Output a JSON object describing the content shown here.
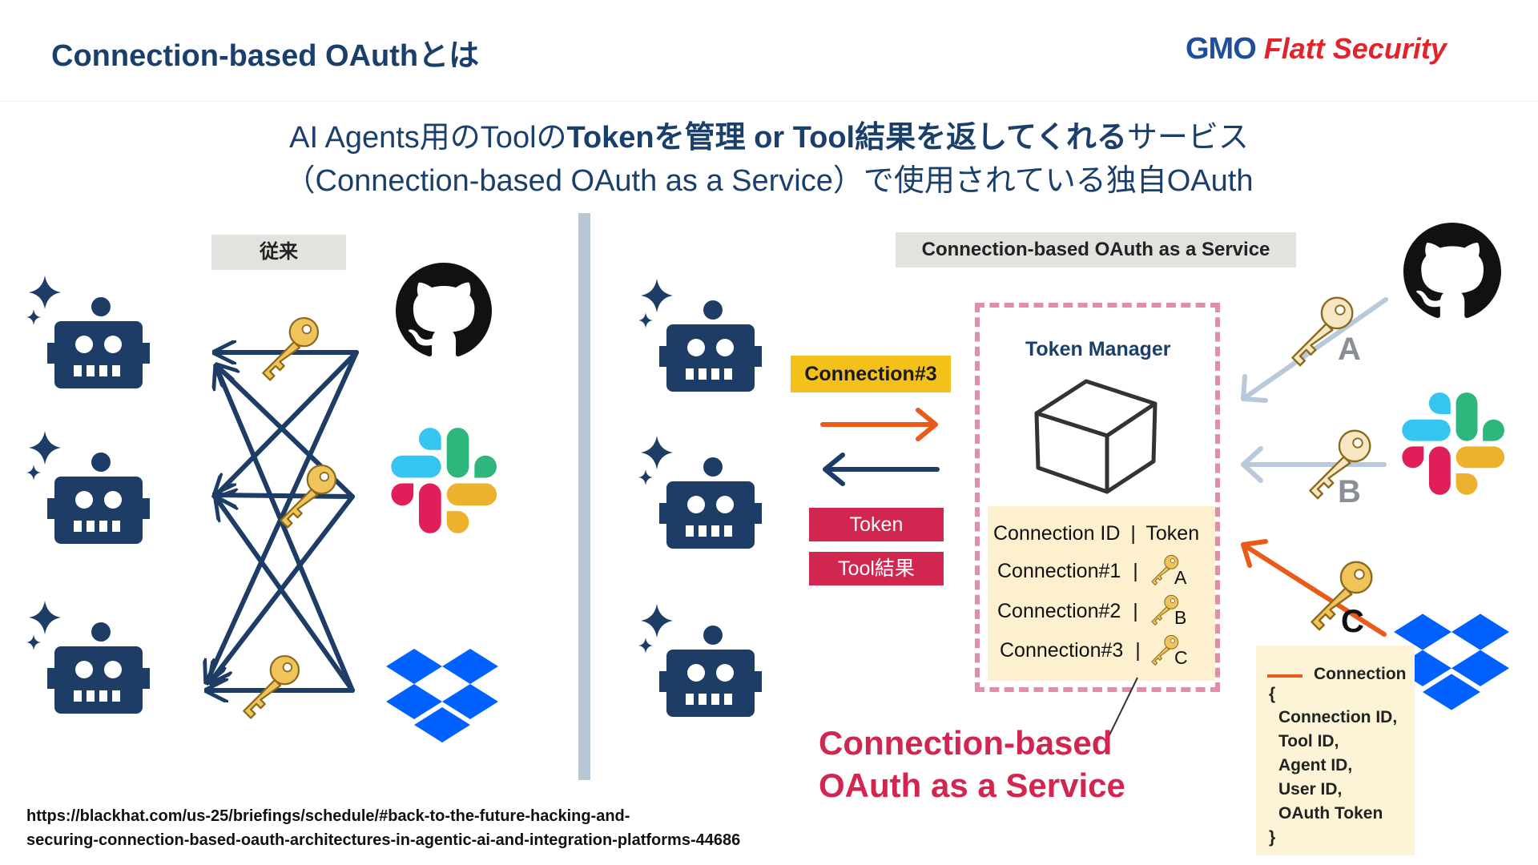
{
  "header": {
    "title": "Connection-based OAuthとは",
    "logo_gmo": "GMO",
    "logo_brand": "Flatt Security"
  },
  "subtitle": {
    "line1_part1": "AI Agents用のToolの",
    "line1_bold": "Tokenを管理 or Tool結果を返してくれる",
    "line1_part3": "サービス",
    "line2": "（Connection-based OAuth as a Service）で使用されている独自OAuth"
  },
  "left_panel": {
    "label": "従来"
  },
  "right_panel": {
    "label": "Connection-based OAuth as a Service",
    "connection_tag": "Connection#3",
    "token_tag": "Token",
    "tool_result_tag": "Tool結果",
    "token_manager": "Token Manager",
    "table": {
      "header_id": "Connection ID",
      "header_sep": "|",
      "header_token": "Token",
      "rows": [
        {
          "id": "Connection#1",
          "sep": "|",
          "key": "A"
        },
        {
          "id": "Connection#2",
          "sep": "|",
          "key": "B"
        },
        {
          "id": "Connection#3",
          "sep": "|",
          "key": "C"
        }
      ]
    },
    "cb_label_line1": "Connection-based",
    "cb_label_line2": "OAuth as a Service",
    "arrow_letters": [
      "A",
      "B",
      "C"
    ],
    "connection_legend": {
      "title": "Connection",
      "open": "{",
      "fields": [
        "Connection ID,",
        "Tool ID,",
        "Agent ID,",
        "User ID,",
        "OAuth Token"
      ],
      "close": "}"
    }
  },
  "footer": {
    "url_line1": "https://blackhat.com/us-25/briefings/schedule/#back-to-the-future-hacking-and-",
    "url_line2": "securing-connection-based-oauth-architectures-in-agentic-ai-and-integration-platforms-44686"
  },
  "colors": {
    "navy": "#1b3f6b",
    "robot": "#1d3d66",
    "orange_arrow": "#ea5a18",
    "crimson": "#d1264f",
    "yellow": "#f4c11a",
    "key_gold": "#f0c45a",
    "key_pale": "#f6e6c1",
    "gray_arrow": "#b8c9da"
  },
  "icons": [
    "robot-icon",
    "sparkle-icon",
    "github-icon",
    "slack-icon",
    "dropbox-icon",
    "key-icon",
    "box-icon"
  ]
}
